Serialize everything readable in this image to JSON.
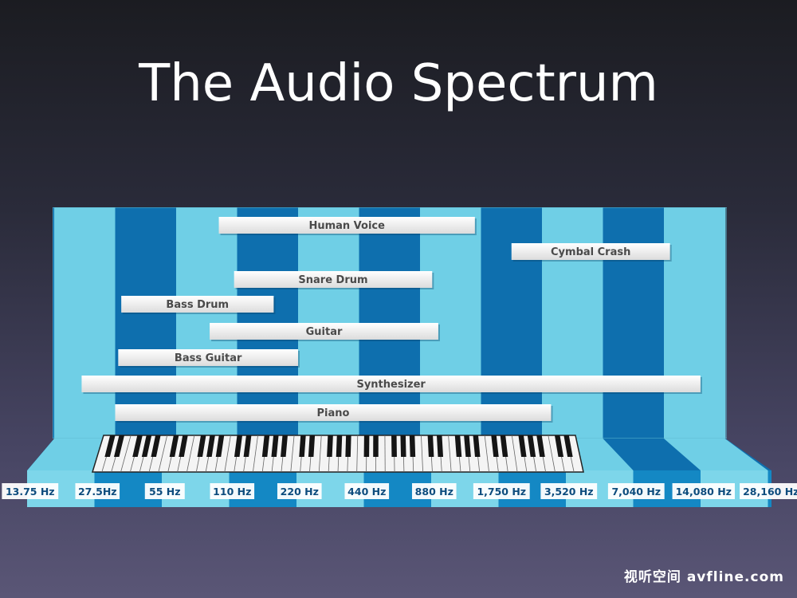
{
  "title": "The Audio Spectrum",
  "watermark": "视听空间 avfline.com",
  "colors": {
    "light_band": "#6fcfe6",
    "dark_band": "#0e6fae",
    "bar_fill": "#ececec",
    "bar_text": "#4a4a4a",
    "freq_text": "#0d4c7d"
  },
  "frequency_labels": [
    "13.75 Hz",
    "27.5Hz",
    "55 Hz",
    "110 Hz",
    "220 Hz",
    "440 Hz",
    "880 Hz",
    "1,750 Hz",
    "3,520 Hz",
    "7,040 Hz",
    "14,080 Hz",
    "28,160 Hz"
  ],
  "instrument_ranges": [
    {
      "label": "Human Voice",
      "from_octave": 2.7,
      "to_octave": 6.9
    },
    {
      "label": "Cymbal Crash",
      "from_octave": 7.5,
      "to_octave": 10.1
    },
    {
      "label": "Snare Drum",
      "from_octave": 2.95,
      "to_octave": 6.2
    },
    {
      "label": "Bass Drum",
      "from_octave": 1.1,
      "to_octave": 3.6
    },
    {
      "label": "Guitar",
      "from_octave": 2.55,
      "to_octave": 6.3
    },
    {
      "label": "Bass Guitar",
      "from_octave": 1.05,
      "to_octave": 4.0
    },
    {
      "label": "Synthesizer",
      "from_octave": 0.45,
      "to_octave": 10.6
    },
    {
      "label": "Piano",
      "from_octave": 1.0,
      "to_octave": 8.15
    }
  ]
}
